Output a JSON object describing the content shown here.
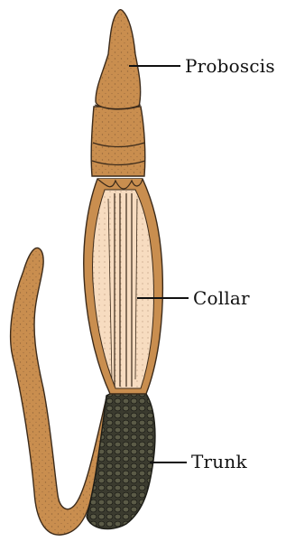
{
  "labels": {
    "proboscis": "Proboscis",
    "collar": "Collar",
    "trunk": "Trunk"
  },
  "colors": {
    "body_tan": "#c98e4f",
    "body_light": "#d9a86c",
    "collar_pale": "#f7dcc0",
    "trunk_dark": "#3a3a2e",
    "outline": "#3b2a1a"
  }
}
